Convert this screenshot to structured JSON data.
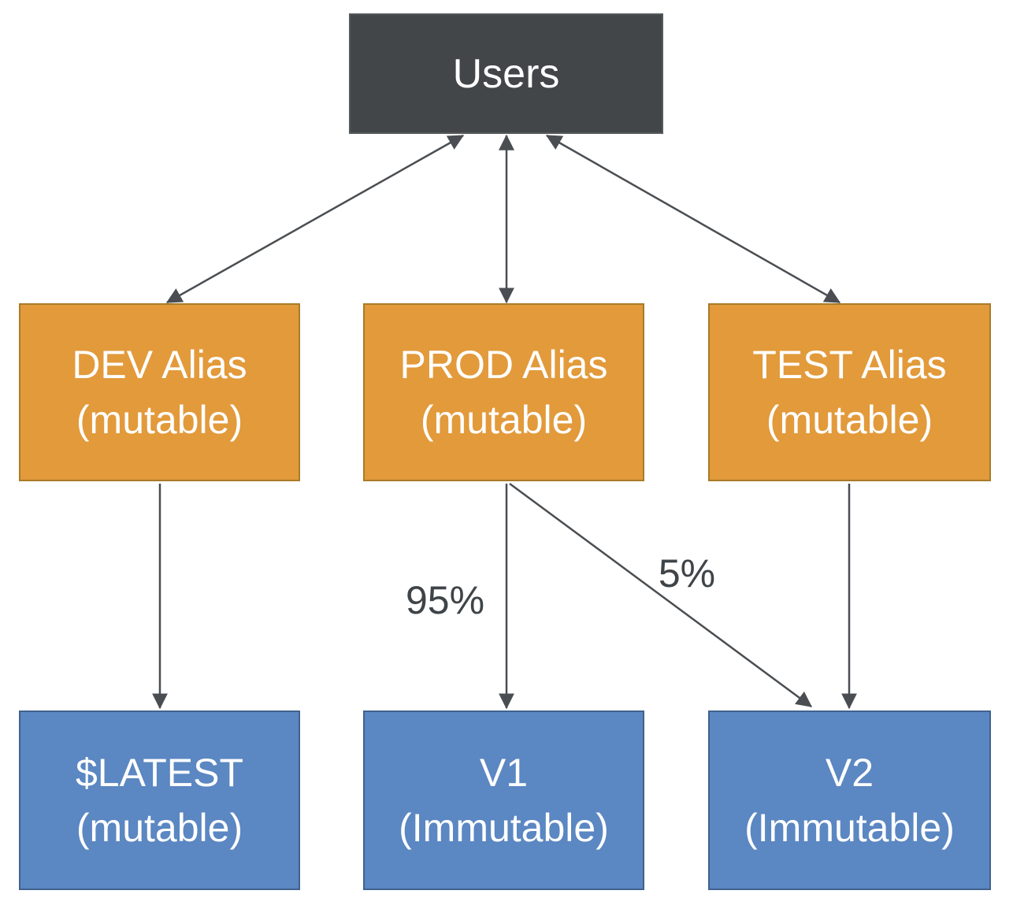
{
  "colors": {
    "bg": "#ffffff",
    "node-text": "#ffffff",
    "node-dark-fill": "#424649",
    "node-dark-border": "#54595c",
    "node-orange-fill": "#e29a3b",
    "node-orange-border": "#a97b28",
    "node-blue-fill": "#5b87c2",
    "node-blue-border": "#41618e",
    "arrow": "#4a4e52",
    "label-text": "#3f4448"
  },
  "nodes": {
    "users": {
      "label": "Users"
    },
    "dev_alias": {
      "title": "DEV Alias",
      "subtitle": "(mutable)"
    },
    "prod_alias": {
      "title": "PROD Alias",
      "subtitle": "(mutable)"
    },
    "test_alias": {
      "title": "TEST Alias",
      "subtitle": "(mutable)"
    },
    "latest_version": {
      "title": "$LATEST",
      "subtitle": "(mutable)"
    },
    "v1_version": {
      "title": "V1",
      "subtitle": "(Immutable)"
    },
    "v2_version": {
      "title": "V2",
      "subtitle": "(Immutable)"
    }
  },
  "edge_labels": {
    "prod_to_v1": "95%",
    "prod_to_v2": "5%"
  }
}
